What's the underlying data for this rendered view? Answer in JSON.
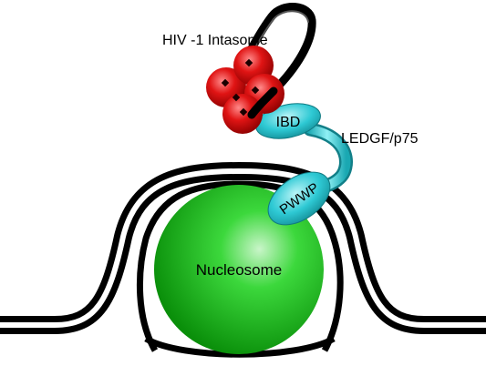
{
  "labels": {
    "intasome": "HIV -1 Intasome",
    "ledgf": "LEDGF/p75",
    "ibd": "IBD",
    "pwwp": "PWWP",
    "nucleosome": "Nucleosome"
  },
  "colors": {
    "dna": "#000000",
    "nucleosome": "#16b816",
    "nucleosome_highlight": "#c9f5c9",
    "intasome": "#d81010",
    "intasome_highlight": "#ff9a9a",
    "ledgf": "#2ec9d4",
    "ledgf_highlight": "#b9f4f7",
    "background": "#ffffff"
  }
}
